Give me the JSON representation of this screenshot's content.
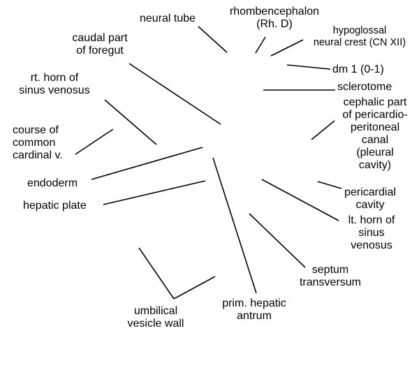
{
  "colors": {
    "background": "#ffffff",
    "ink": "#000000"
  },
  "labels": {
    "neural_tube": [
      "neural tube"
    ],
    "rhombencephalon": [
      "rhombencephalon",
      "(Rh. D)"
    ],
    "hypoglossal_crest": [
      "hypoglossal",
      "neural crest (CN XII)"
    ],
    "dm1": [
      "dm 1 (0-1)"
    ],
    "sclerotome": [
      "sclerotome"
    ],
    "pericardio_canal": [
      "cephalic part",
      "of pericardio-",
      "peritoneal",
      "canal",
      "(pleural",
      "cavity)"
    ],
    "pericardial_cavity": [
      "pericardial",
      "cavity"
    ],
    "lt_horn": [
      "lt. horn of",
      "sinus",
      "venosus"
    ],
    "septum": [
      "septum",
      "transversum"
    ],
    "prim_hepatic": [
      "prim. hepatic",
      "antrum"
    ],
    "umbilical": [
      "umbilical",
      "vesicle wall"
    ],
    "hepatic_plate": [
      "hepatic plate"
    ],
    "endoderm": [
      "endoderm"
    ],
    "common_cardinal": [
      "course of",
      "common",
      "cardinal v."
    ],
    "rt_horn": [
      "rt. horn of",
      "sinus venosus"
    ],
    "caudal_foregut": [
      "caudal part",
      "of foregut"
    ]
  }
}
